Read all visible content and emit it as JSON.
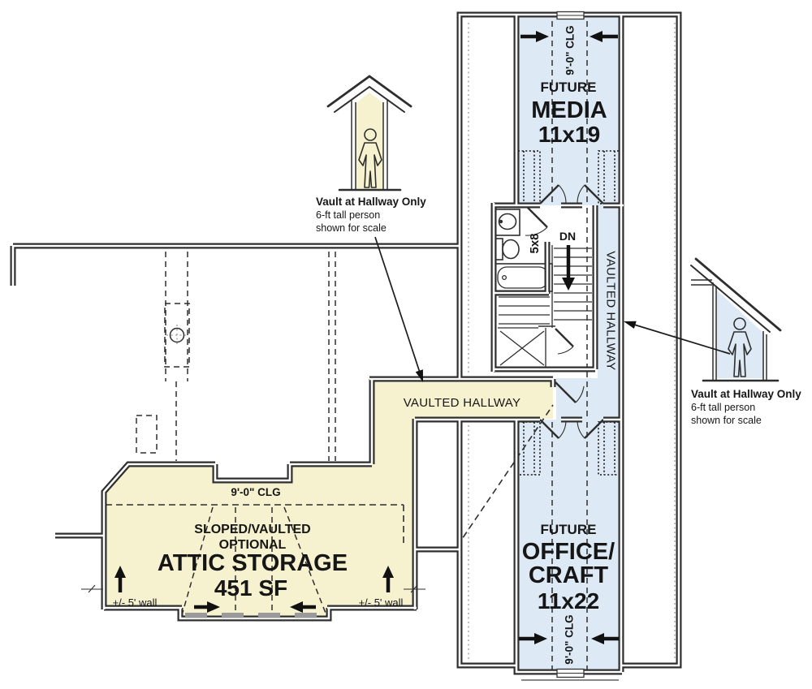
{
  "rooms": {
    "media": {
      "future": "FUTURE",
      "name": "MEDIA",
      "size": "11x19",
      "clg": "9'-0\" CLG"
    },
    "office": {
      "future": "FUTURE",
      "name_line1": "OFFICE/",
      "name_line2": "CRAFT",
      "size": "11x22",
      "clg": "9'-0\" CLG"
    },
    "attic": {
      "clg": "9'-0\" CLG",
      "note_line1": "SLOPED/VAULTED",
      "note_line2": "OPTIONAL",
      "name": "ATTIC STORAGE",
      "area": "451 SF",
      "wall_left": "+/- 5' wall",
      "wall_right": "+/- 5' wall"
    },
    "hallway_horizontal": {
      "name": "VAULTED HALLWAY"
    },
    "hallway_vertical": {
      "name": "VAULTED HALLWAY"
    },
    "bath": {
      "size": "5x8"
    },
    "stairs": {
      "direction": "DN"
    }
  },
  "annotations": {
    "vault_left": {
      "title": "Vault at Hallway Only",
      "line1": "6-ft tall person",
      "line2": "shown for scale"
    },
    "vault_right": {
      "title": "Vault at Hallway Only",
      "line1": "6-ft tall person",
      "line2": "shown for scale"
    }
  },
  "colors": {
    "room_blue": "#dde9f4",
    "room_yellow": "#f6f2cf",
    "wall": "#2e2e2e"
  }
}
